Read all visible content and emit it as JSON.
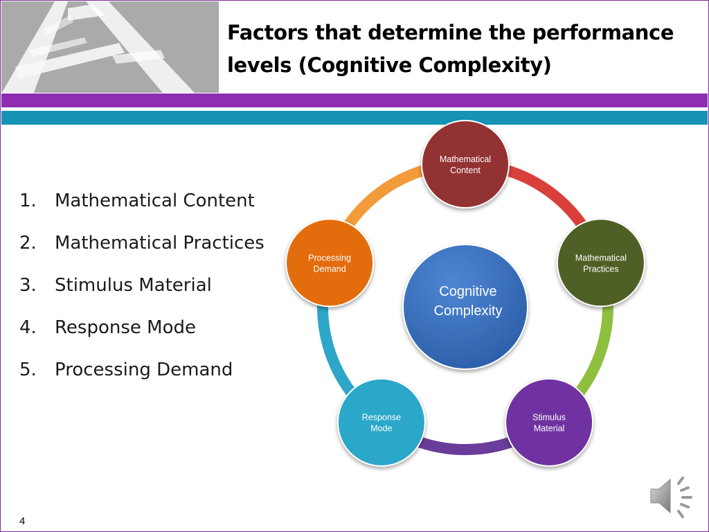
{
  "slide": {
    "title": "Factors that determine the performance levels (Cognitive Complexity)",
    "page_number": "4"
  },
  "factors_list": [
    {
      "num": "1.",
      "label": "Mathematical Content"
    },
    {
      "num": "2.",
      "label": "Mathematical Practices"
    },
    {
      "num": "3.",
      "label": "Stimulus Material"
    },
    {
      "num": "4.",
      "label": "Response Mode"
    },
    {
      "num": "5.",
      "label": "Processing Demand"
    }
  ],
  "diagram": {
    "center": {
      "lines": [
        "Cognitive",
        "Complexity"
      ],
      "color": "#3a6fbf"
    },
    "nodes": [
      {
        "lines": [
          "Mathematical",
          "Content"
        ],
        "color": "#933333"
      },
      {
        "lines": [
          "Mathematical",
          "Practices"
        ],
        "color": "#4f6128"
      },
      {
        "lines": [
          "Stimulus",
          "Material"
        ],
        "color": "#7030a0"
      },
      {
        "lines": [
          "Response",
          "Mode"
        ],
        "color": "#2aa7c9"
      },
      {
        "lines": [
          "Processing",
          "Demand"
        ],
        "color": "#e36c0a"
      }
    ],
    "arc_colors": [
      "#d9403b",
      "#8fbf3f",
      "#6a3d9a",
      "#2fa6c7",
      "#f39a3b"
    ]
  },
  "icons": {
    "logo": "letter-a-logo",
    "audio": "speaker-icon"
  }
}
